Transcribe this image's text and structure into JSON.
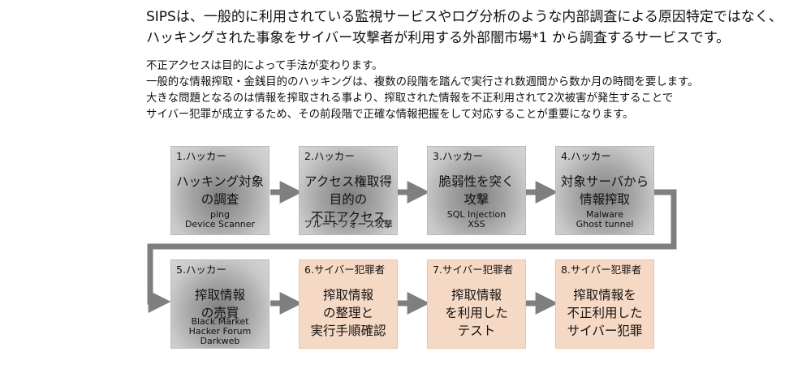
{
  "intro": {
    "line1": "SIPSは、一般的に利用されている監視サービスやログ分析のような内部調査による原因特定ではなく、",
    "line2": "ハッキングされた事象をサイバー攻撃者が利用する外部闇市場*1 から調査するサービスです。",
    "line3": "不正アクセスは目的によって手法が変わります。",
    "line4": "一般的な情報搾取・金銭目的のハッキングは、複数の段階を踏んで実行され数週間から数か月の時間を要します。",
    "line5": "大きな問題となるのは情報を搾取される事より、搾取された情報を不正利用されて2次被害が発生することで",
    "line6": "サイバー犯罪が成立するため、その前段階で正確な情報把握をして対応することが重要になります。"
  },
  "steps": [
    {
      "step": "1.ハッカー",
      "title": "ハッキング対象\nの調査",
      "tech": "ping\nDevice Scanner",
      "type": "hacker"
    },
    {
      "step": "2.ハッカー",
      "title": "アクセス権取得\n目的の\n不正アクセス",
      "tech": "ブルートフォース攻撃",
      "type": "hacker"
    },
    {
      "step": "3.ハッカー",
      "title": "脆弱性を突く\n攻撃",
      "tech": "SQL Injection\nXSS",
      "type": "hacker"
    },
    {
      "step": "4.ハッカー",
      "title": "対象サーバから\n情報搾取",
      "tech": "Malware\nGhost tunnel",
      "type": "hacker"
    },
    {
      "step": "5.ハッカー",
      "title": "搾取情報\nの売買",
      "tech": "Black Market\nHacker Forum\nDarkweb",
      "type": "hacker"
    },
    {
      "step": "6.サイバー犯罪者",
      "title": "搾取情報\nの整理と\n実行手順確認",
      "tech": "",
      "type": "criminal"
    },
    {
      "step": "7.サイバー犯罪者",
      "title": "搾取情報\nを利用した\nテスト",
      "tech": "",
      "type": "criminal"
    },
    {
      "step": "8.サイバー犯罪者",
      "title": "搾取情報を\n不正利用した\nサイバー犯罪",
      "tech": "",
      "type": "criminal"
    }
  ],
  "colors": {
    "arrow": "#7f7f7f",
    "criminal_fill": "#f6d9c5",
    "hacker_fill": "#a5a5a5"
  }
}
